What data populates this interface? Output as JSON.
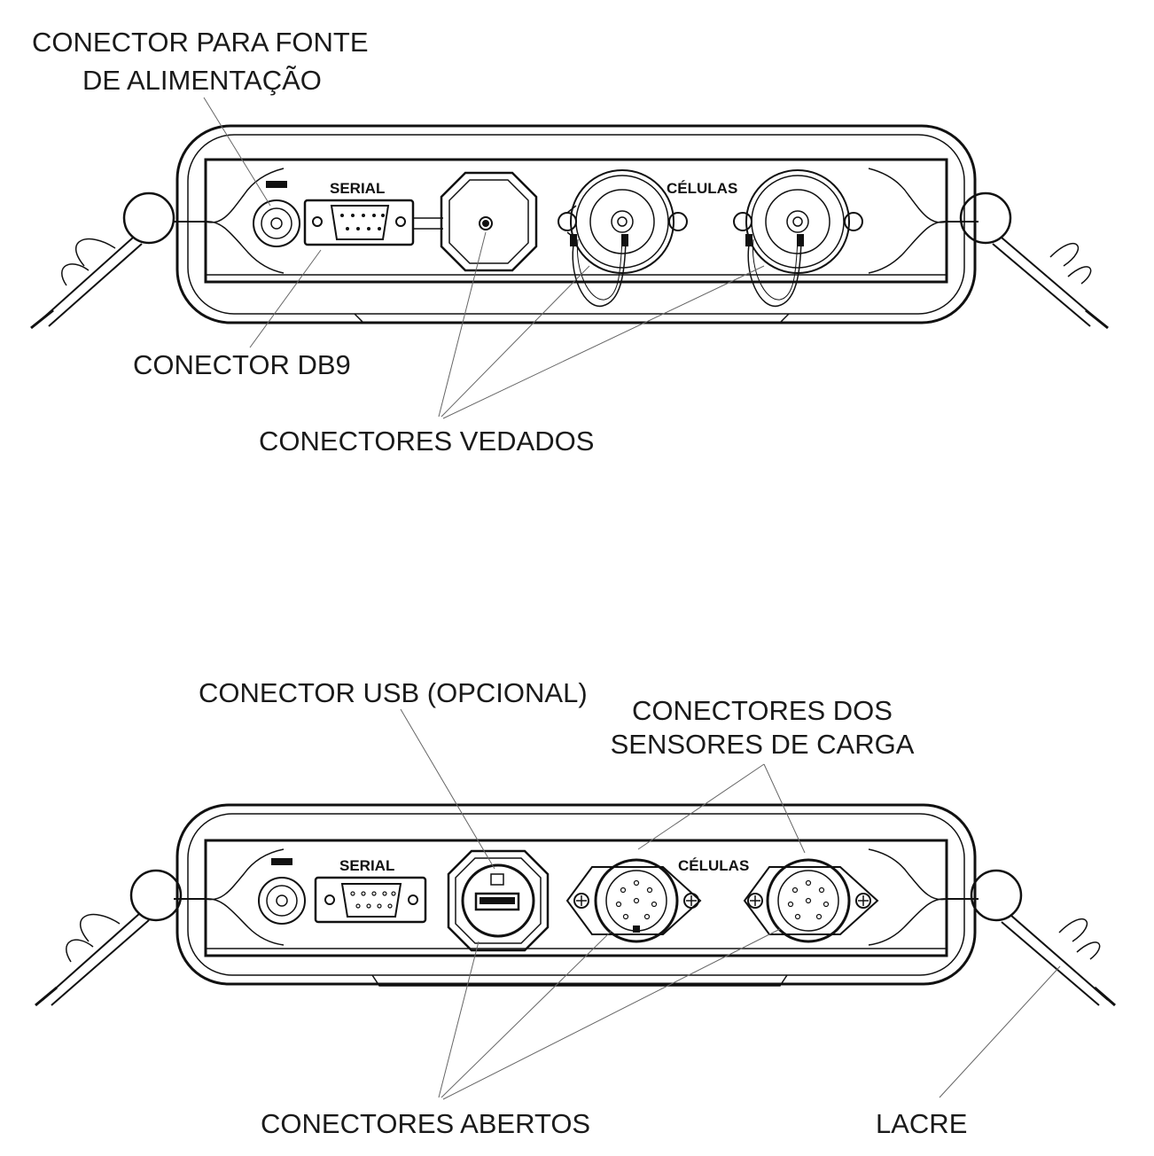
{
  "top_view": {
    "labels": {
      "power_connector": [
        "CONECTOR PARA FONTE",
        "DE ALIMENTAÇÃO"
      ],
      "db9_connector": "CONECTOR DB9",
      "sealed_connectors": "CONECTORES VEDADOS"
    },
    "panel_text": {
      "serial": "SERIAL",
      "cells": "CÉLULAS"
    }
  },
  "bottom_view": {
    "labels": {
      "usb_connector": "CONECTOR USB (OPCIONAL)",
      "load_sensor_connectors": [
        "CONECTORES DOS",
        "SENSORES DE CARGA"
      ],
      "open_connectors": "CONECTORES ABERTOS",
      "seal": "LACRE"
    },
    "panel_text": {
      "serial": "SERIAL",
      "cells": "CÉLULAS"
    }
  },
  "icons": [
    "power-jack-icon",
    "db9-port-icon",
    "usb-port-icon",
    "circular-connector-icon",
    "seal-wire-icon"
  ]
}
